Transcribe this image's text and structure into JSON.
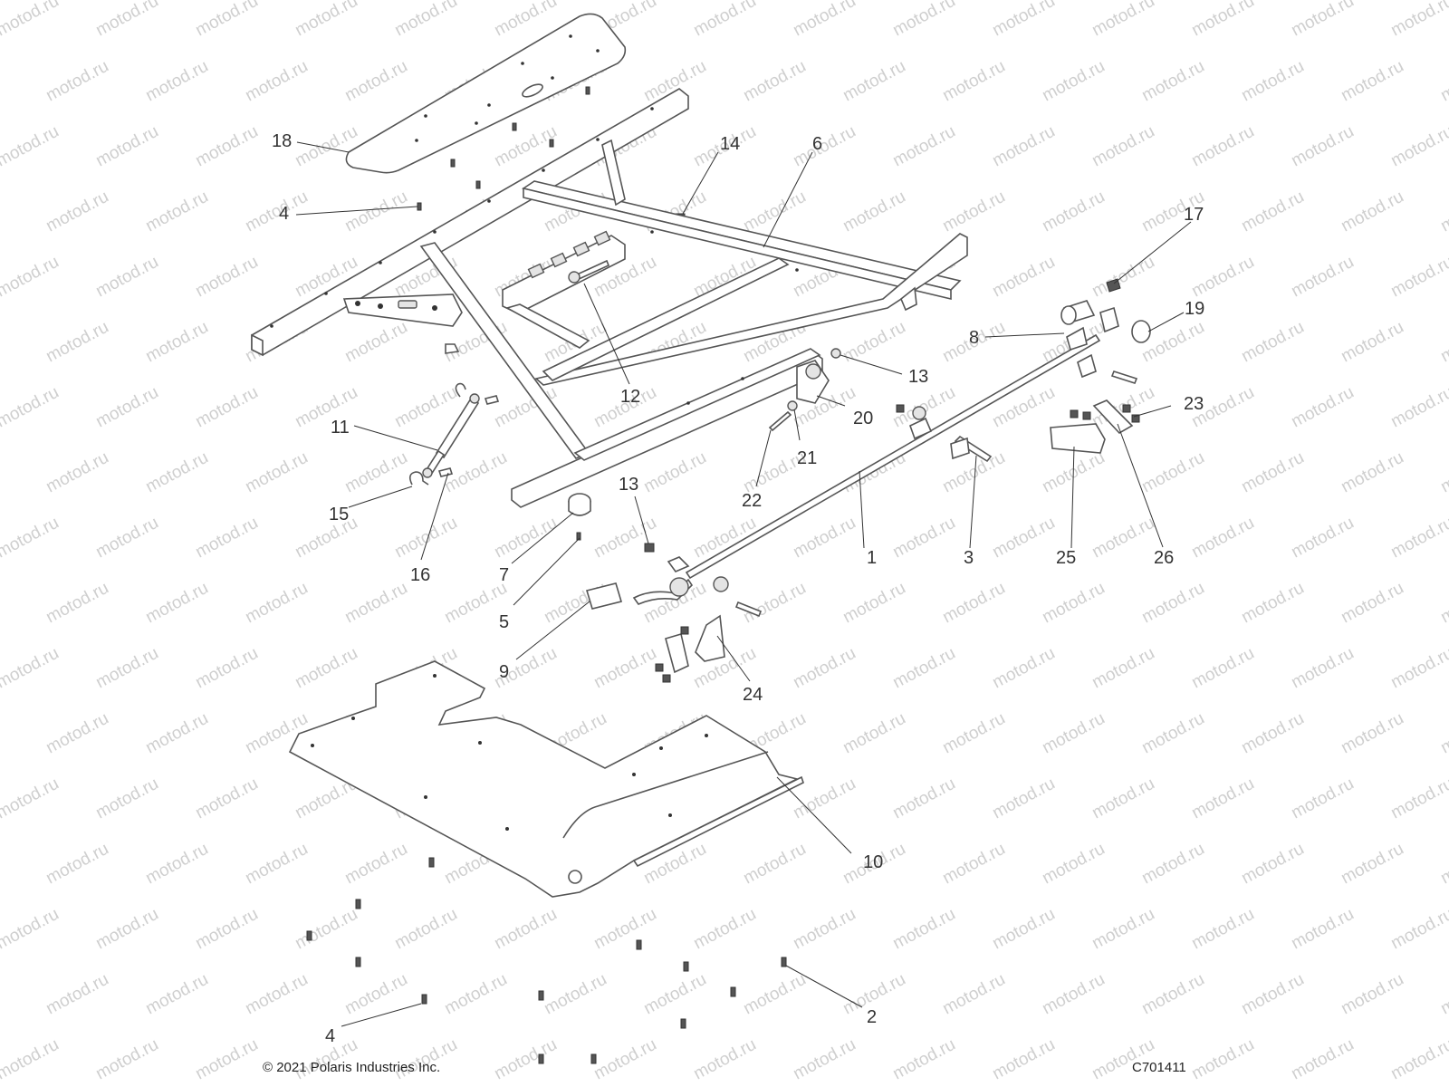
{
  "watermark": "motod.ru",
  "footer": {
    "copyright": "© 2021 Polaris Industries Inc.",
    "drawing_code": "C701411"
  },
  "callouts": [
    "18",
    "4",
    "14",
    "6",
    "17",
    "8",
    "19",
    "12",
    "13",
    "20",
    "11",
    "21",
    "23",
    "22",
    "15",
    "16",
    "13",
    "7",
    "1",
    "3",
    "25",
    "26",
    "5",
    "9",
    "24",
    "10",
    "4",
    "2"
  ]
}
